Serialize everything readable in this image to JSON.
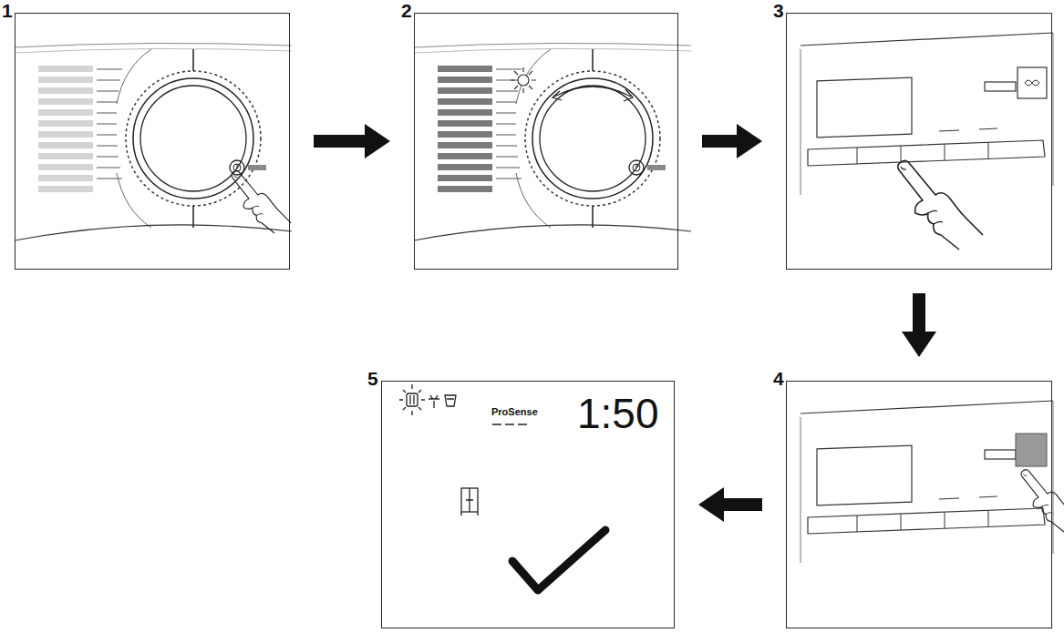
{
  "diagram": {
    "nodes": [
      {
        "text": [
          "1"
        ]
      },
      {
        "text": [
          "2"
        ]
      },
      {
        "text": [
          "3"
        ]
      },
      {
        "text": [
          "4"
        ]
      },
      {
        "text": [
          "5",
          "ProSense",
          "1:50"
        ]
      }
    ],
    "edges": [
      {
        "from": 0,
        "to": 1,
        "arrow": "to"
      },
      {
        "from": 1,
        "to": 2,
        "arrow": "to"
      },
      {
        "from": 2,
        "to": 3,
        "arrow": "to"
      },
      {
        "from": 3,
        "to": 4,
        "arrow": "to"
      }
    ]
  }
}
